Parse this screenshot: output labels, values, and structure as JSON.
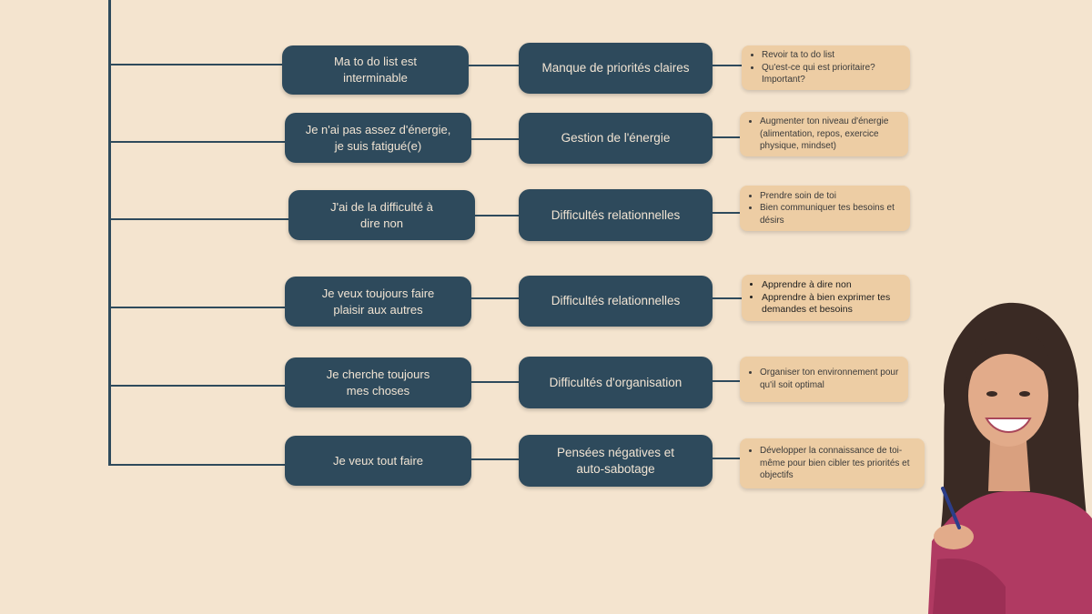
{
  "colors": {
    "background": "#f4e4cf",
    "box": "#2e4a5c",
    "box_text": "#f1e4d3",
    "note": "#edcda4"
  },
  "rows": [
    {
      "situation": "Ma to do list est\ninterminable",
      "cause": "Manque de priorités claires",
      "tips": [
        "Revoir ta to do list",
        "Qu'est-ce qui est prioritaire? Important?"
      ]
    },
    {
      "situation": "Je n'ai pas assez d'énergie,\nje suis fatigué(e)",
      "cause": "Gestion de l'énergie",
      "tips": [
        "Augmenter ton niveau d'énergie (alimentation, repos, exercice physique, mindset)"
      ]
    },
    {
      "situation": "J'ai de la difficulté à\ndire non",
      "cause": "Difficultés relationnelles",
      "tips": [
        "Prendre soin de toi",
        "Bien communiquer tes besoins et désirs"
      ]
    },
    {
      "situation": "Je veux toujours faire\nplaisir aux autres",
      "cause": "Difficultés relationnelles",
      "tips": [
        "Apprendre à dire non",
        "Apprendre à bien exprimer tes demandes et besoins"
      ]
    },
    {
      "situation": "Je cherche toujours\nmes choses",
      "cause": "Difficultés d'organisation",
      "tips": [
        "Organiser ton environnement pour qu'il soit optimal"
      ]
    },
    {
      "situation": "Je veux tout faire",
      "cause": "Pensées négatives et\nauto-sabotage",
      "tips": [
        "Développer la connaissance de toi-même pour bien cibler tes priorités et objectifs"
      ]
    }
  ],
  "photo": {
    "icon": "woman-portrait-photo"
  }
}
